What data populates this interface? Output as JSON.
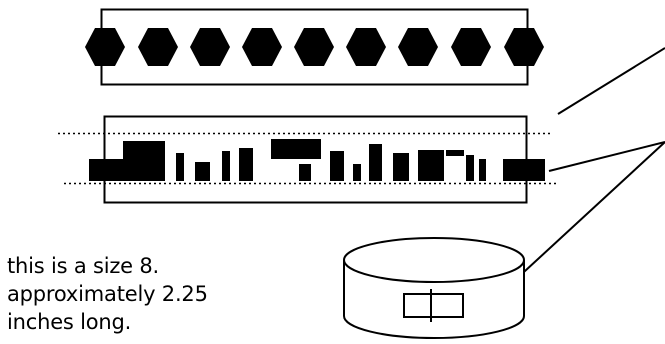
{
  "caption": {
    "lines": [
      "this is a size 8.",
      "approximately 2.25",
      "inches long."
    ]
  },
  "colors": {
    "ink": "#000000",
    "paper": "#ffffff"
  },
  "icons": {
    "bead": "hexagon",
    "band": "rectangular-bars",
    "ring": "cylinder"
  }
}
